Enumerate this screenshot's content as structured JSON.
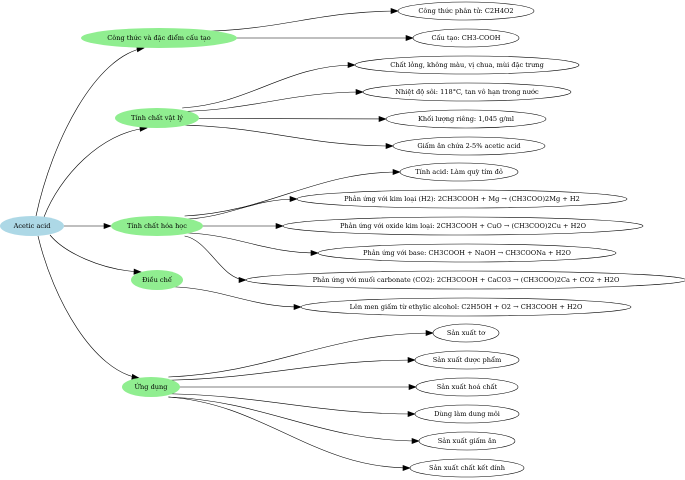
{
  "diagram": {
    "type": "mind-map",
    "colors": {
      "root_fill": "#add8e6",
      "category_fill": "#90ee90",
      "leaf_fill": "#ffffff",
      "stroke": "#000000"
    },
    "root": {
      "label": "Acetic acid"
    },
    "categories": [
      {
        "label": "Công thức và đặc điểm cấu tạo",
        "children": [
          "Công thức phân tử: C2H4O2",
          "Cấu tạo: CH3-COOH"
        ]
      },
      {
        "label": "Tính chất vật lý",
        "children": [
          "Chất lỏng, không màu, vị chua, mùi đặc trưng",
          "Nhiệt độ sôi: 118°C, tan vô hạn trong nước",
          "Khối lượng riêng: 1,045 g/ml",
          "Giấm ăn chứa 2-5% acetic acid"
        ]
      },
      {
        "label": "Tính chất hóa học",
        "children": [
          "Tính acid: Làm quỳ tím đỏ",
          "Phản ứng với kim loại (H2): 2CH3COOH + Mg → (CH3COO)2Mg + H2",
          "Phản ứng với oxide kim loại: 2CH3COOH + CuO → (CH3COO)2Cu + H2O",
          "Phản ứng với base: CH3COOH + NaOH → CH3COONa + H2O",
          "Phản ứng với muối carbonate (CO2): 2CH3COOH + CaCO3 → (CH3COO)2Ca + CO2 + H2O"
        ]
      },
      {
        "label": "Điều chế",
        "children": [
          "Lên men giấm từ ethylic alcohol: C2H5OH + O2 → CH3COOH + H2O"
        ]
      },
      {
        "label": "Ứng dụng",
        "children": [
          "Sản xuất tơ",
          "Sản xuất dược phẩm",
          "Sản xuất hoá chất",
          "Dùng làm dung môi",
          "Sản xuất giấm ăn",
          "Sản xuất chất kết dính"
        ]
      }
    ]
  }
}
